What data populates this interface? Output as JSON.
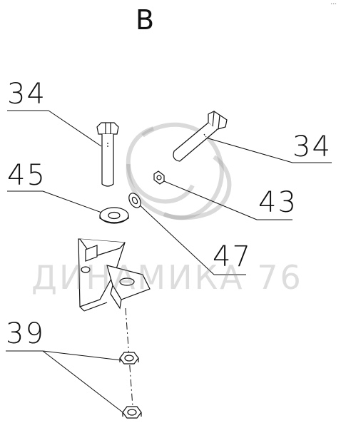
{
  "view_label": "В",
  "callouts": {
    "c34_left": "34",
    "c34_right": "34",
    "c45": "45",
    "c43": "43",
    "c47": "47",
    "c39": "39"
  },
  "watermark": {
    "text": "ДИНАМИКА 76"
  },
  "corner_mark": "•••"
}
